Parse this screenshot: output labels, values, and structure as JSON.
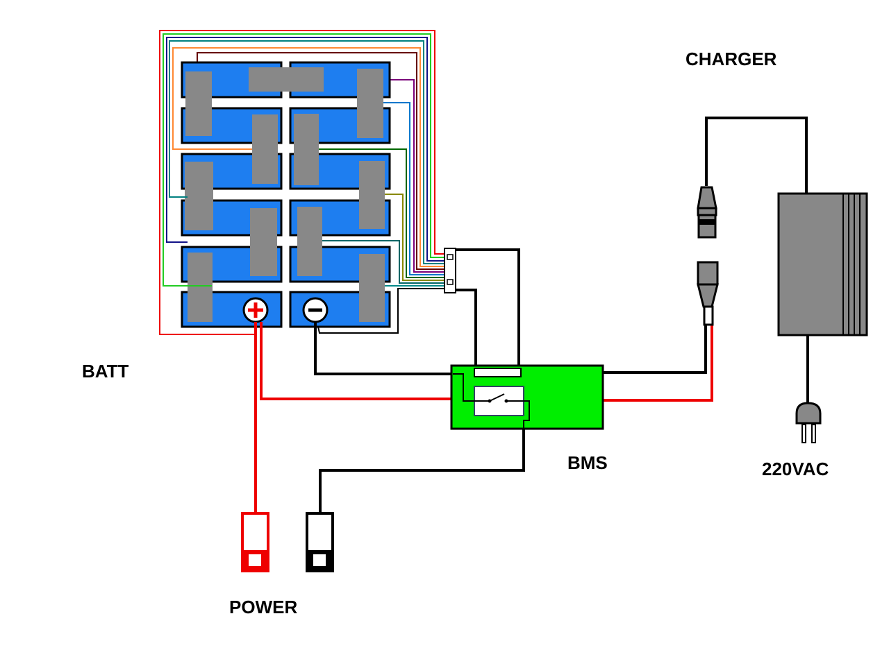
{
  "labels": {
    "charger": "CHARGER",
    "batt": "BATT",
    "bms": "BMS",
    "ac": "220VAC",
    "power": "POWER"
  },
  "colors": {
    "cell_blue": "#1e7ef0",
    "strap_gray": "#888888",
    "bms_green": "#00ee00",
    "wire_red": "#ee0000",
    "wire_black": "#000000"
  },
  "battery": {
    "rows": 6,
    "columns": 2,
    "terminals": [
      "+",
      "-"
    ]
  }
}
